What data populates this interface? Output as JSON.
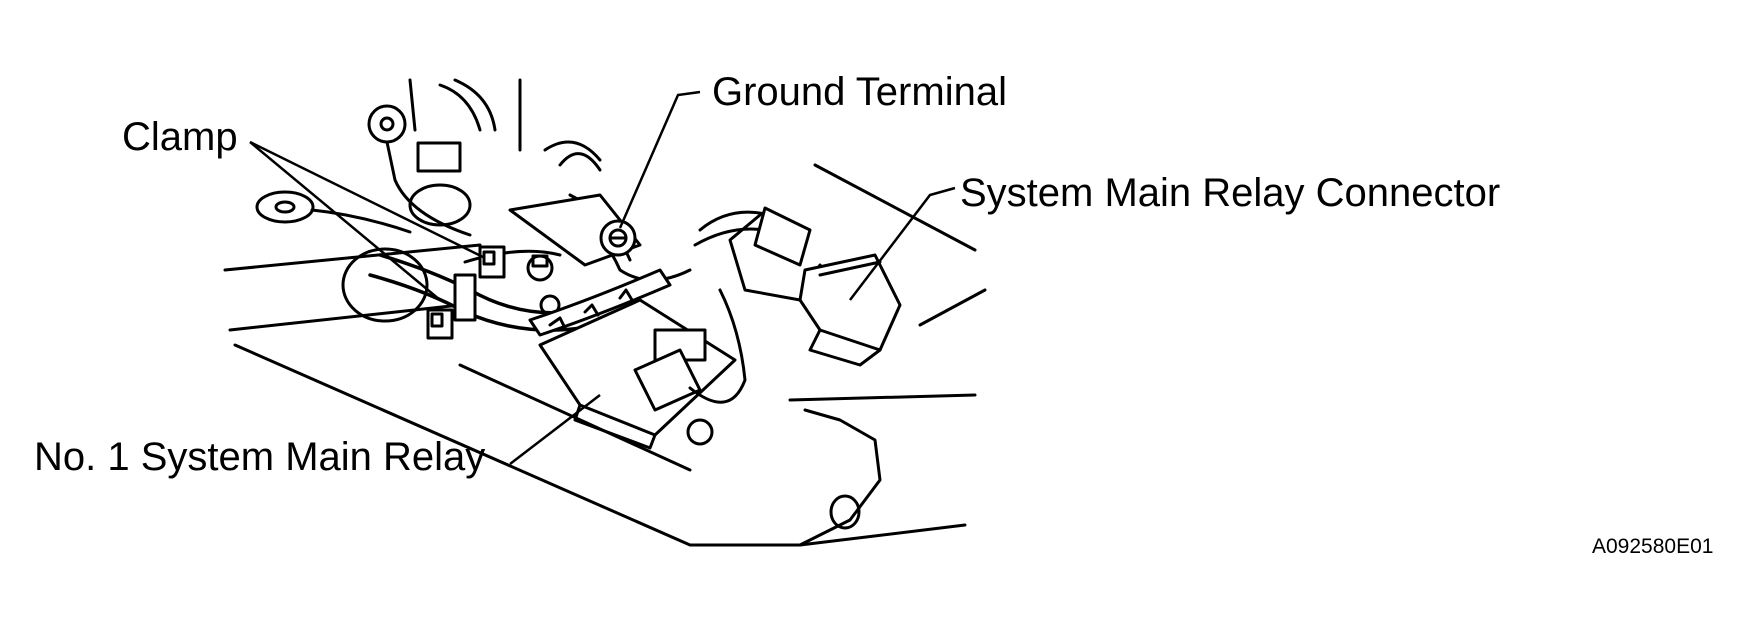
{
  "labels": {
    "clamp": "Clamp",
    "ground_terminal": "Ground Terminal",
    "system_main_relay_connector": "System Main Relay Connector",
    "no1_system_main_relay": "No. 1 System Main Relay"
  },
  "reference_code": "A092580E01"
}
